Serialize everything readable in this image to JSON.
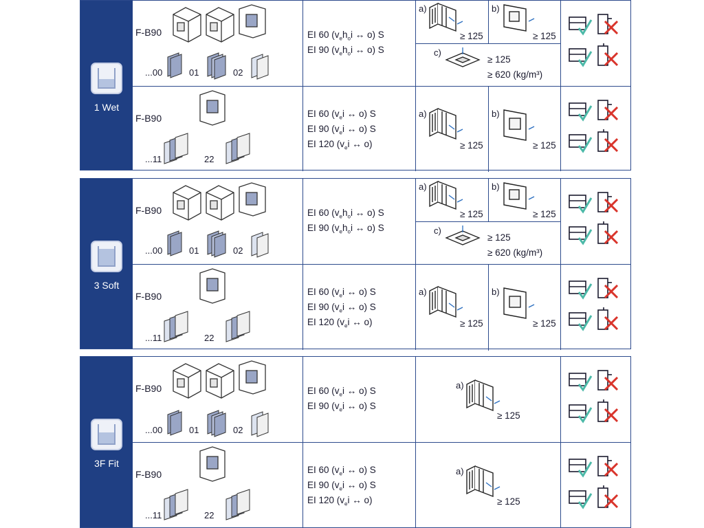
{
  "blocks": [
    {
      "key": "wet",
      "label": "1 Wet",
      "icon": "wet-box-icon",
      "rows": [
        {
          "product": "F-B90",
          "variants": [
            "...00",
            "01",
            "02"
          ],
          "classes": [
            "EI 60 (v",
            "EI 90 (v"
          ],
          "class_suffix": [
            "h",
            "i ↔ o) S"
          ],
          "installs": [
            {
              "letter": "a)",
              "value": "≥ 125"
            },
            {
              "letter": "b)",
              "value": "≥ 125"
            },
            {
              "letter": "c)",
              "value": "≥ 125",
              "value2": "≥ 620 (kg/m³)"
            }
          ]
        },
        {
          "product": "F-B90",
          "variants": [
            "...11",
            "22"
          ],
          "classes": [
            "EI 60 (v",
            "EI 90 (v",
            "EI 120 (v"
          ],
          "class_suffix": [
            "i ↔ o) S",
            "i ↔ o) S",
            "i ↔ o)"
          ],
          "installs": [
            {
              "letter": "a)",
              "value": "≥ 125"
            },
            {
              "letter": "b)",
              "value": "≥ 125"
            }
          ]
        }
      ]
    },
    {
      "key": "soft",
      "label": "3 Soft",
      "icon": "soft-box-icon",
      "rows": [
        {
          "product": "F-B90",
          "variants": [
            "...00",
            "01",
            "02"
          ],
          "classes": [
            "EI 60 (v",
            "EI 90 (v"
          ],
          "installs": [
            {
              "letter": "a)",
              "value": "≥ 125"
            },
            {
              "letter": "b)",
              "value": "≥ 125"
            },
            {
              "letter": "c)",
              "value": "≥ 125",
              "value2": "≥ 620 (kg/m³)"
            }
          ]
        },
        {
          "product": "F-B90",
          "variants": [
            "...11",
            "22"
          ],
          "classes": [
            "EI 60 (v",
            "EI 90 (v",
            "EI 120 (v"
          ],
          "installs": [
            {
              "letter": "a)",
              "value": "≥ 125"
            },
            {
              "letter": "b)",
              "value": "≥ 125"
            }
          ]
        }
      ]
    },
    {
      "key": "fit",
      "label": "3F Fit",
      "icon": "fit-box-icon",
      "rows": [
        {
          "product": "F-B90",
          "variants": [
            "...00",
            "01",
            "02"
          ],
          "classes": [
            "EI 60 (v",
            "EI 90 (v"
          ],
          "installs": [
            {
              "letter": "a)",
              "value": "≥ 125"
            }
          ]
        },
        {
          "product": "F-B90",
          "variants": [
            "...11",
            "22"
          ],
          "classes": [
            "EI 60 (v",
            "EI 90 (v",
            "EI 120 (v"
          ],
          "installs": [
            {
              "letter": "a)",
              "value": "≥ 125"
            }
          ]
        }
      ]
    }
  ],
  "class_text": {
    "sub_e": "e",
    "sub_o": "o",
    "h": "h",
    "i_o_s": "i ↔  o) S",
    "i_o": "i ↔  o)"
  },
  "colors": {
    "border": "#2c4a8c",
    "sidebar": "#1f3f83",
    "check": "#4cb9a8",
    "cross": "#d9342b",
    "outline": "#1a1a2e"
  }
}
